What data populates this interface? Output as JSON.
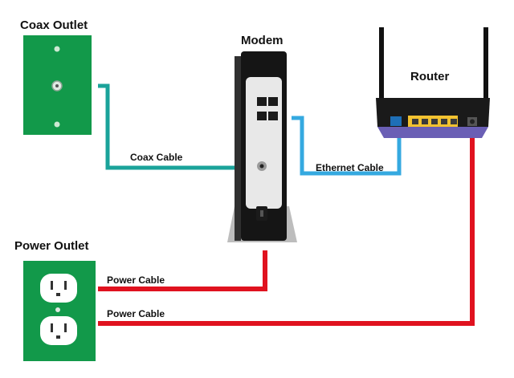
{
  "devices": {
    "coax_outlet": "Coax Outlet",
    "modem": "Modem",
    "router": "Router",
    "power_outlet": "Power Outlet"
  },
  "cables": {
    "coax": "Coax Cable",
    "ethernet": "Ethernet Cable",
    "power_modem": "Power Cable",
    "power_router": "Power Cable"
  },
  "colors": {
    "outlet_green": "#12994a",
    "coax_cable": "#1aa39a",
    "ethernet_cable": "#35a9e0",
    "power_cable": "#e0121f",
    "router_body": "#6a5fb5",
    "router_ports": "#f2c230",
    "modem_body": "#151515"
  }
}
